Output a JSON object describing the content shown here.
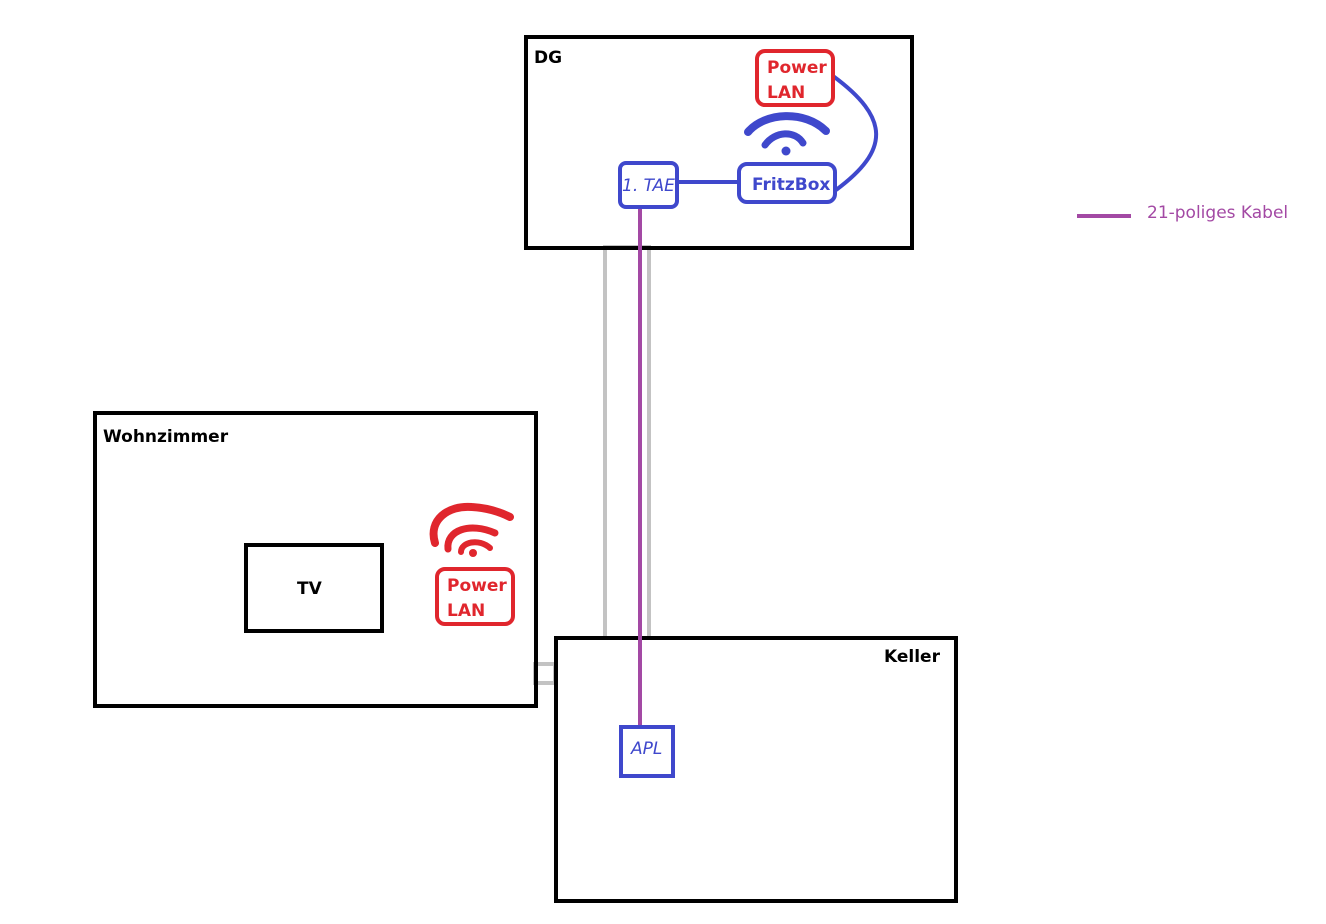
{
  "colors": {
    "wall": "#000000",
    "red": "#e0262d",
    "blue": "#3f48cc",
    "purple": "#a349a4",
    "gray": "#c3c3c3"
  },
  "rooms": {
    "dg": "DG",
    "wohnzimmer": "Wohnzimmer",
    "keller": "Keller"
  },
  "devices": {
    "tv": "TV",
    "powerlan_dg": {
      "line1": "Power",
      "line2": "LAN"
    },
    "powerlan_wz": {
      "line1": "Power",
      "line2": "LAN"
    },
    "tae": "1. TAE",
    "fritzbox": "FritzBox",
    "apl": "APL"
  },
  "icons": {
    "wifi_dg": "wifi-icon",
    "wifi_wz": "wifi-icon"
  },
  "legend": {
    "cable_label": "21-poliges Kabel"
  }
}
